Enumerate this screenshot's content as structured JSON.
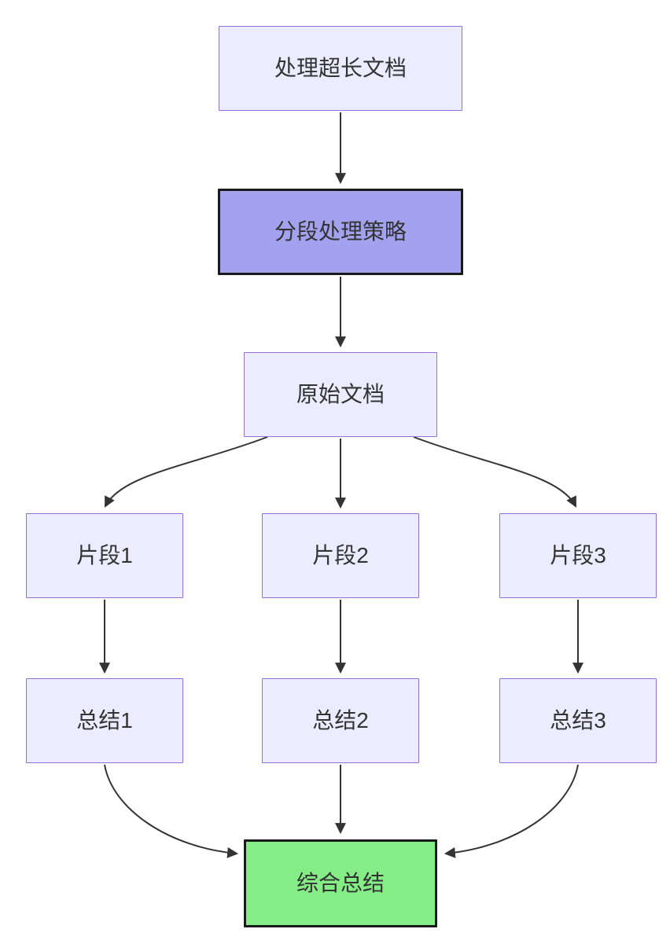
{
  "diagram": {
    "type": "flowchart",
    "direction": "top-down",
    "nodes": [
      {
        "id": "A",
        "label": "处理超长文档",
        "role": "start"
      },
      {
        "id": "B",
        "label": "分段处理策略",
        "role": "strategy-highlight"
      },
      {
        "id": "C",
        "label": "原始文档",
        "role": "document"
      },
      {
        "id": "D1",
        "label": "片段1",
        "role": "fragment"
      },
      {
        "id": "D2",
        "label": "片段2",
        "role": "fragment"
      },
      {
        "id": "D3",
        "label": "片段3",
        "role": "fragment"
      },
      {
        "id": "E1",
        "label": "总结1",
        "role": "summary"
      },
      {
        "id": "E2",
        "label": "总结2",
        "role": "summary"
      },
      {
        "id": "E3",
        "label": "总结3",
        "role": "summary"
      },
      {
        "id": "F",
        "label": "综合总结",
        "role": "final-highlight"
      }
    ],
    "edges": [
      {
        "from": "A",
        "to": "B"
      },
      {
        "from": "B",
        "to": "C"
      },
      {
        "from": "C",
        "to": "D1"
      },
      {
        "from": "C",
        "to": "D2"
      },
      {
        "from": "C",
        "to": "D3"
      },
      {
        "from": "D1",
        "to": "E1"
      },
      {
        "from": "D2",
        "to": "E2"
      },
      {
        "from": "D3",
        "to": "E3"
      },
      {
        "from": "E1",
        "to": "F"
      },
      {
        "from": "E2",
        "to": "F"
      },
      {
        "from": "E3",
        "to": "F"
      }
    ],
    "colors": {
      "node_fill": "#ECECFF",
      "node_border": "#9370DB",
      "highlight_fill": "#A2A2EF",
      "highlight_border": "#1A1A1A",
      "final_fill": "#85ED85",
      "final_border": "#1A1A1A",
      "edge": "#333333",
      "text": "#333333",
      "background": "#FFFFFF"
    }
  }
}
